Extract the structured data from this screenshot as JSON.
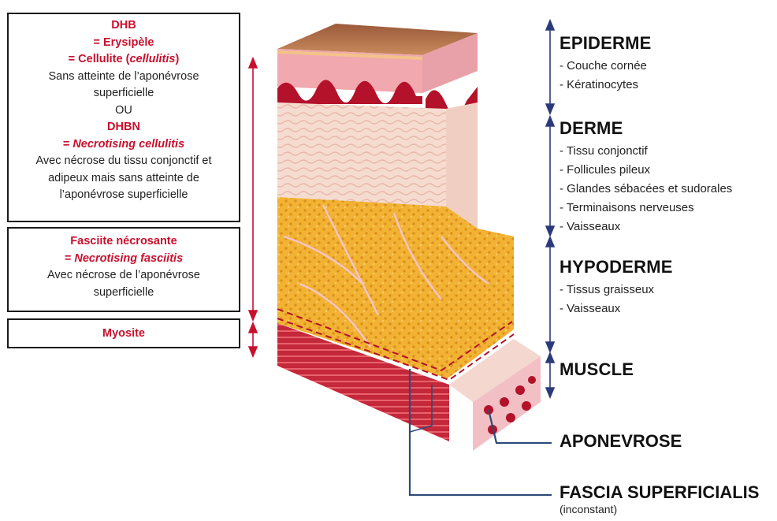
{
  "left_boxes": {
    "box1": {
      "dhb": "DHB",
      "erysipele": "= Erysipèle",
      "cellulite_prefix": "= Cellulite (",
      "cellulite_italic": "cellulitis",
      "cellulite_suffix": ")",
      "desc1_line1": "Sans atteinte de l’aponévrose",
      "desc1_line2": "superficielle",
      "ou": "OU",
      "dhbn": "DHBN",
      "necro_prefix": "= ",
      "necro_italic": "Necrotising cellulitis",
      "desc2_line1": "Avec nécrose du tissu conjonctif et",
      "desc2_line2": "adipeux mais sans atteinte de",
      "desc2_line3": "l’aponévrose superficielle"
    },
    "box2": {
      "title": "Fasciite nécrosante",
      "sub_prefix": "= ",
      "sub_italic": "Necrotising fasciitis",
      "desc_line1": "Avec nécrose de l’aponévrose",
      "desc_line2": "superficielle"
    },
    "box3": {
      "title": "Myosite"
    }
  },
  "layers": [
    {
      "title": "EPIDERME",
      "items": [
        "- Couche cornée",
        "- Kératinocytes"
      ]
    },
    {
      "title": "DERME",
      "items": [
        "- Tissu conjonctif",
        "- Follicules pileux",
        "- Glandes sébacées et sudorales",
        "- Terminaisons nerveuses",
        "- Vaisseaux"
      ]
    },
    {
      "title": "HYPODERME",
      "items": [
        "- Tissus graisseux",
        "- Vaisseaux"
      ]
    },
    {
      "title": "MUSCLE",
      "items": []
    }
  ],
  "labels": {
    "aponevrose": "APONEVROSE",
    "fascia": "FASCIA SUPERFICIALIS",
    "fascia_note": "(inconstant)"
  },
  "colors": {
    "accent_red": "#c8102e",
    "arrow_navy": "#2b3a7a",
    "leader_blue": "#2c4a78"
  }
}
